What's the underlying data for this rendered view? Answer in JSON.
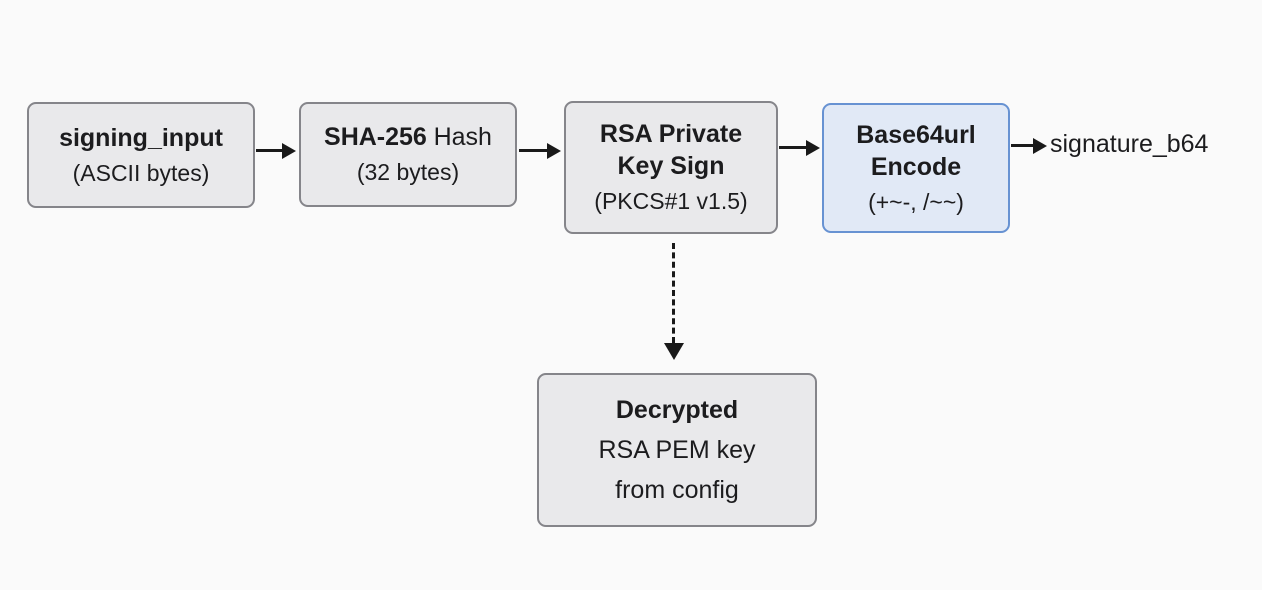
{
  "colors": {
    "background": "#fafafa",
    "node_fill": "#e9e9eb",
    "node_border": "#85858a",
    "highlight_fill": "#e1e9f6",
    "highlight_border": "#6792d2",
    "arrow": "#191919",
    "text": "#1c1c1e"
  },
  "nodes": {
    "signing_input": {
      "title": "signing_input",
      "subtitle": "(ASCII bytes)"
    },
    "sha256": {
      "title_bold": "SHA-256",
      "title_rest": "Hash",
      "subtitle": "(32 bytes)"
    },
    "rsa_sign": {
      "title_line1": "RSA Private",
      "title_line2": "Key Sign",
      "subtitle": "(PKCS#1 v1.5)"
    },
    "base64url": {
      "title_line1": "Base64url",
      "title_line2": "Encode",
      "subtitle": "(+~-, /~~)"
    },
    "decrypted_key": {
      "title": "Decrypted",
      "line2": "RSA PEM key",
      "line3": "from config"
    }
  },
  "output_label": "signature_b64"
}
